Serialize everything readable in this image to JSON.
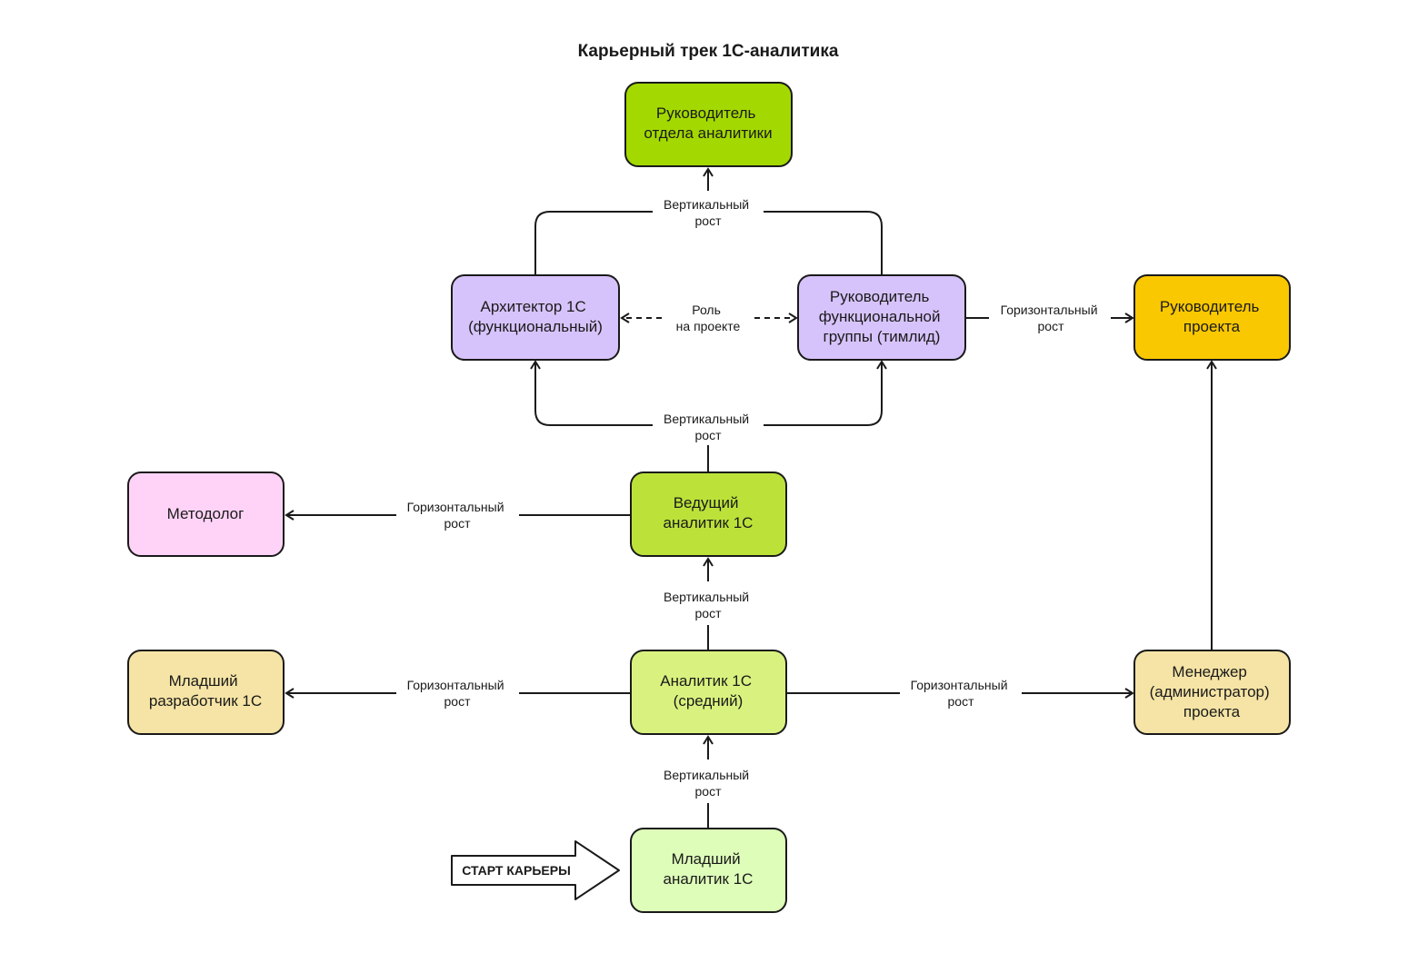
{
  "title": "Карьерный трек 1С-аналитика",
  "nodes": {
    "head_analytics": {
      "lines": [
        "Руководитель",
        "отдела аналитики"
      ],
      "color": "#a3d900"
    },
    "architect": {
      "lines": [
        "Архитектор 1С",
        "(функциональный)"
      ],
      "color": "#d7c3fb"
    },
    "team_lead": {
      "lines": [
        "Руководитель",
        "функциональной",
        "группы (тимлид)"
      ],
      "color": "#d7c3fb"
    },
    "project_head": {
      "lines": [
        "Руководитель",
        "проекта"
      ],
      "color": "#fac800"
    },
    "methodologist": {
      "lines": [
        "Методолог"
      ],
      "color": "#ffd3f7"
    },
    "lead_analyst": {
      "lines": [
        "Ведущий",
        "аналитик 1С"
      ],
      "color": "#bce23a"
    },
    "junior_dev": {
      "lines": [
        "Младший",
        "разработчик 1С"
      ],
      "color": "#f5e4a5"
    },
    "analyst_mid": {
      "lines": [
        "Аналитик 1С",
        "(средний)"
      ],
      "color": "#d9f27f"
    },
    "project_manager": {
      "lines": [
        "Менеджер",
        "(администратор)",
        "проекта"
      ],
      "color": "#f5e4a5"
    },
    "junior_analyst": {
      "lines": [
        "Младший",
        "аналитик 1С"
      ],
      "color": "#ddfdb9"
    }
  },
  "labels": {
    "vertical_growth": [
      "Вертикальный",
      "рост"
    ],
    "horizontal_growth": [
      "Горизонтальный",
      "рост"
    ],
    "project_role": [
      "Роль",
      "на проекте"
    ]
  },
  "start": "СТАРТ КАРЬЕРЫ"
}
